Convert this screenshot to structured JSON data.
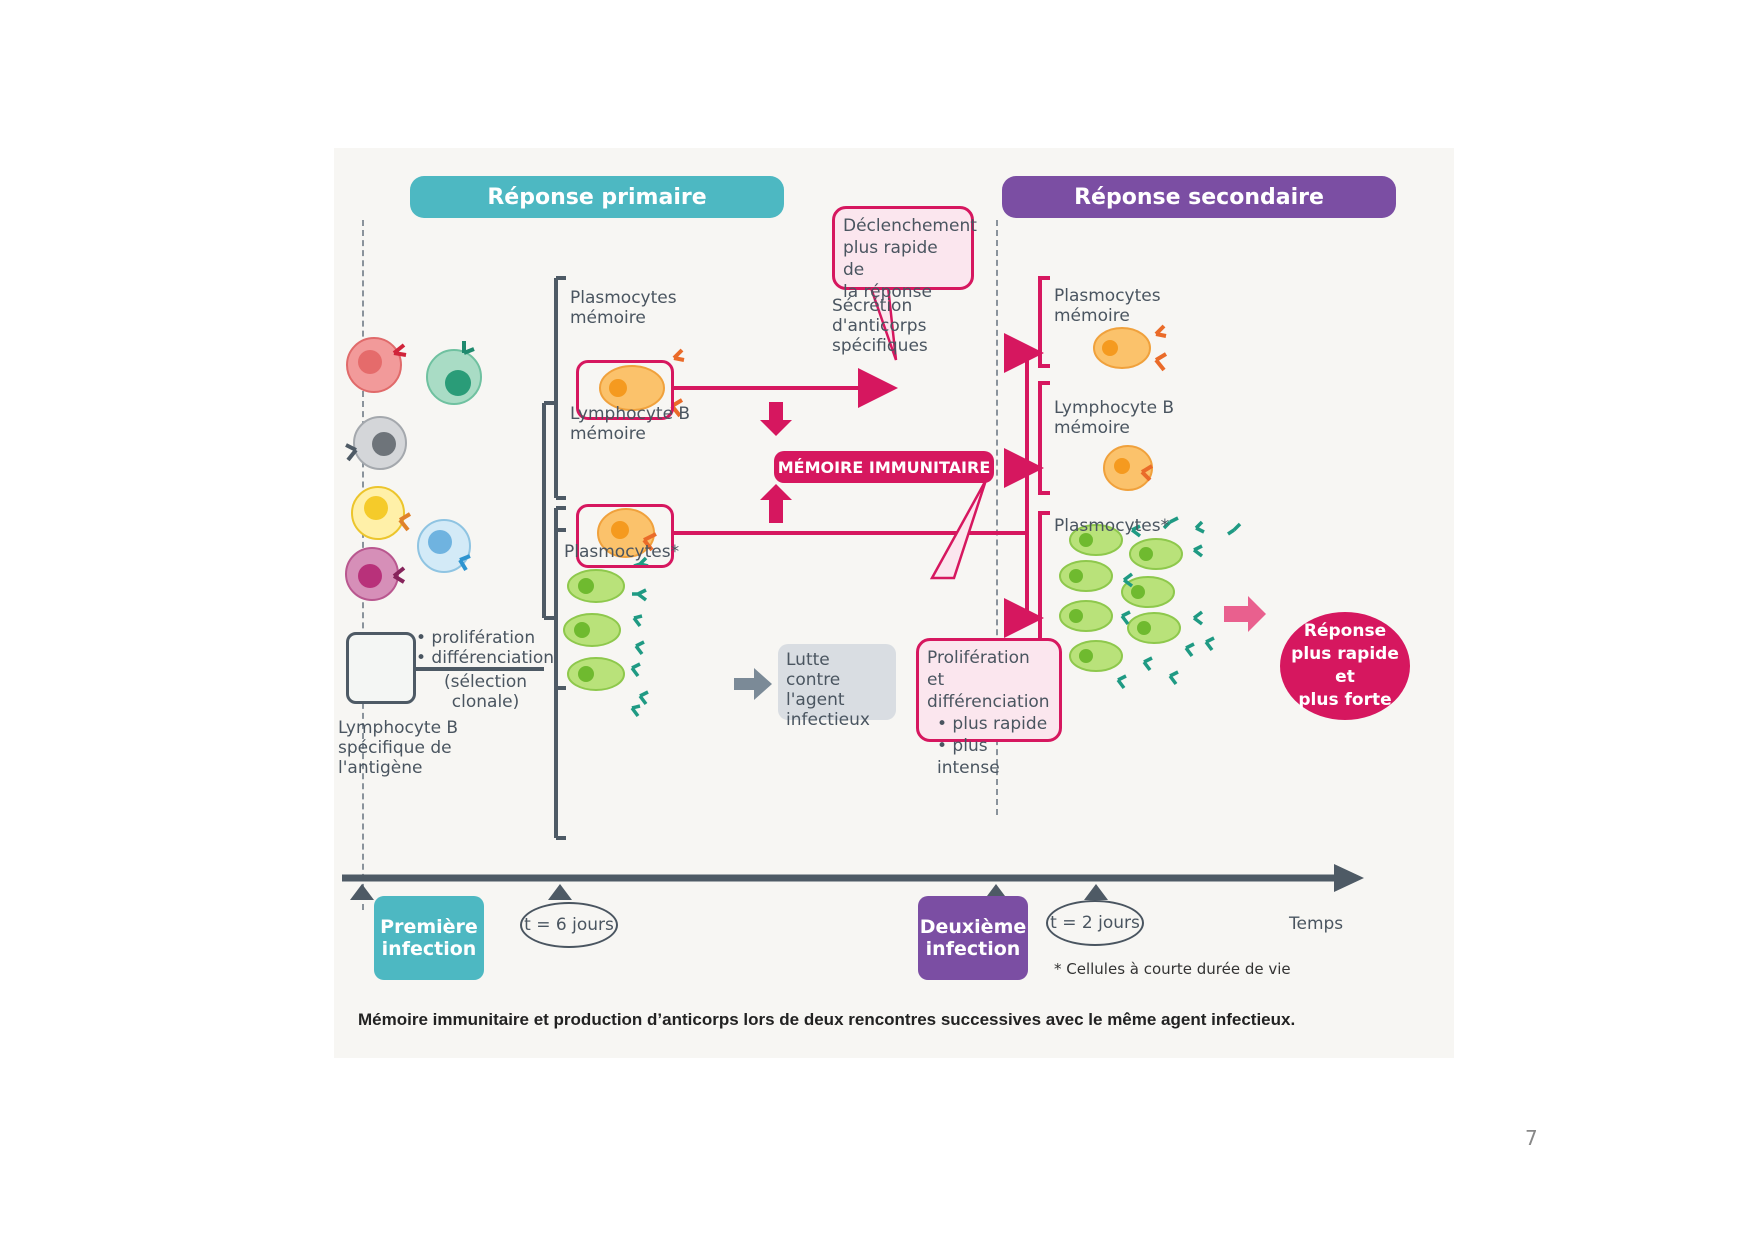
{
  "headers": {
    "primary": "Réponse primaire",
    "secondary": "Réponse secondaire"
  },
  "primary": {
    "naive_cells_label_lines": [
      "Lymphocyte B",
      "spécifique de",
      "l'antigène"
    ],
    "process_lines": [
      "• prolifération",
      "• différenciation"
    ],
    "selection_lines": [
      "(sélection",
      "clonale)"
    ],
    "plasmocytes_memoire_lines": [
      "Plasmocytes",
      "mémoire"
    ],
    "lymphocyte_memoire_lines": [
      "Lymphocyte B",
      "mémoire"
    ],
    "plasmocytes_short_lived": "Plasmocytes*",
    "lutte_lines": [
      "Lutte contre",
      "l'agent",
      "infectieux"
    ]
  },
  "center": {
    "secretion_lines": [
      "Sécrétion",
      "d'anticorps",
      "spécifiques"
    ],
    "memoire_immunitaire": "MÉMOIRE IMMUNITAIRE",
    "declenchement_lines": [
      "Déclenchement",
      "plus rapide de",
      "la réponse"
    ],
    "proliferation_lines": [
      "Prolifération et",
      "différenciation",
      "• plus rapide",
      "• plus intense"
    ]
  },
  "secondary": {
    "plasmocytes_memoire_lines": [
      "Plasmocytes",
      "mémoire"
    ],
    "lymphocyte_memoire_lines": [
      "Lymphocyte B",
      "mémoire"
    ],
    "plasmocytes_short_lived": "Plasmocytes*",
    "reponse_lines": [
      "Réponse",
      "plus rapide et",
      "plus forte"
    ]
  },
  "timeline": {
    "axis_label": "Temps",
    "first_infection_lines": [
      "Première",
      "infection"
    ],
    "second_infection_lines": [
      "Deuxième",
      "infection"
    ],
    "t_primary": "t = 6 jours",
    "t_secondary": "t = 2 jours"
  },
  "footnote": "* Cellules à courte durée de vie",
  "caption": "Mémoire immunitaire et production d’anticorps lors de deux rencontres successives avec le même agent infectieux.",
  "page_number": "7",
  "colors": {
    "primary_teal": "#4db8c2",
    "secondary_purple": "#7b4ea3",
    "accent_magenta": "#d6175f",
    "axis_slate": "#4e5a65",
    "plasmocyte_green": "#8fd14f",
    "memory_orange": "#f7a63a",
    "antibody_teal": "#1f9a83"
  }
}
